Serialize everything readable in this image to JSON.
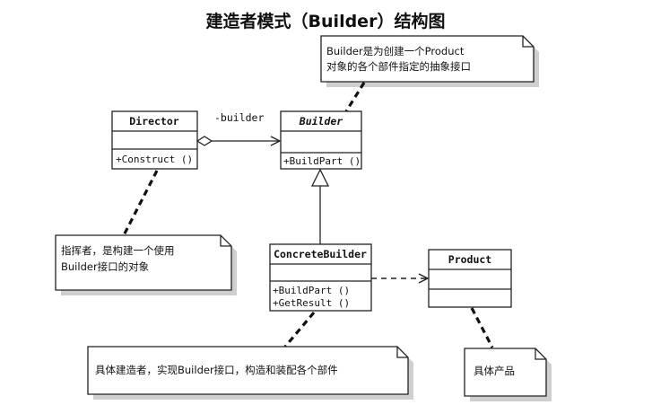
{
  "title": "建造者模式（Builder）结构图",
  "classes": {
    "director": {
      "name": "Director",
      "operations": [
        "+Construct ()"
      ]
    },
    "builder": {
      "name": "Builder",
      "operations": [
        "+BuildPart ()"
      ]
    },
    "concrete_builder": {
      "name": "ConcreteBuilder",
      "operations": [
        "+BuildPart ()",
        "+GetResult ()"
      ]
    },
    "product": {
      "name": "Product",
      "operations": []
    }
  },
  "association": {
    "role": "-builder"
  },
  "notes": {
    "builder_note": [
      "Builder是为创建一个Product",
      "对象的各个部件指定的抽象接口"
    ],
    "director_note": [
      "指挥者，是构建一个使用",
      "Builder接口的对象"
    ],
    "concrete_builder_note": [
      "具体建造者，实现Builder接口，构造和装配各个部件"
    ],
    "product_note": [
      "具体产品"
    ]
  }
}
